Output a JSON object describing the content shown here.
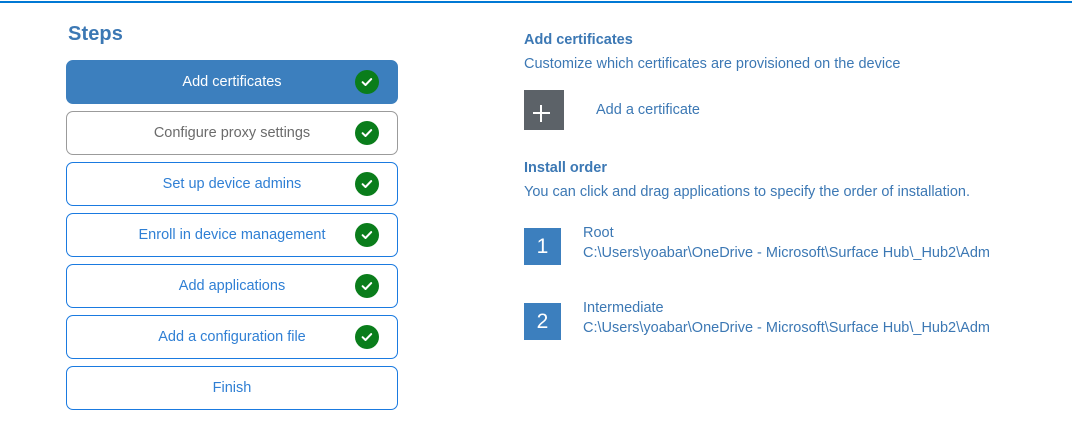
{
  "accent_color": "#0078d4",
  "colors": {
    "link_blue": "#3c78b4",
    "active_step_bg": "#3c7fbe",
    "check_green": "#0a7d1b",
    "tile_gray": "#5c6268",
    "muted_text": "#6b6b6b"
  },
  "steps_panel": {
    "heading": "Steps",
    "items": [
      {
        "label": "Add certificates",
        "state": "active",
        "completed": true,
        "icon": "check-circle-icon"
      },
      {
        "label": "Configure proxy settings",
        "state": "muted",
        "completed": true,
        "icon": "check-circle-icon"
      },
      {
        "label": "Set up device admins",
        "state": "default",
        "completed": true,
        "icon": "check-circle-icon"
      },
      {
        "label": "Enroll in device management",
        "state": "default",
        "completed": true,
        "icon": "check-circle-icon"
      },
      {
        "label": "Add applications",
        "state": "default",
        "completed": true,
        "icon": "check-circle-icon"
      },
      {
        "label": "Add a configuration file",
        "state": "default",
        "completed": true,
        "icon": "check-circle-icon"
      },
      {
        "label": "Finish",
        "state": "default",
        "completed": false,
        "icon": ""
      }
    ]
  },
  "detail_panel": {
    "certificates": {
      "title": "Add certificates",
      "subtitle": "Customize which certificates are provisioned on the device",
      "add_button_label": "Add a certificate",
      "add_button_icon": "plus-icon"
    },
    "install_order": {
      "title": "Install order",
      "subtitle": "You can click and drag applications to specify the order of installation.",
      "items": [
        {
          "number": "1",
          "name": "Root",
          "path": "C:\\Users\\yoabar\\OneDrive - Microsoft\\Surface Hub\\_Hub2\\Adm"
        },
        {
          "number": "2",
          "name": "Intermediate",
          "path": "C:\\Users\\yoabar\\OneDrive - Microsoft\\Surface Hub\\_Hub2\\Adm"
        }
      ]
    }
  }
}
